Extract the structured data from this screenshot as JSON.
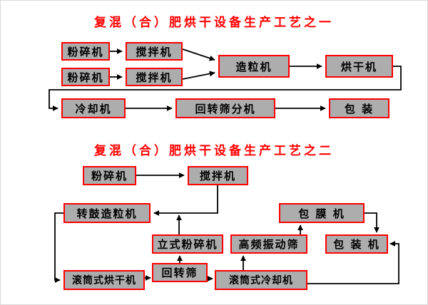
{
  "colors": {
    "background": "#ffffff",
    "title_text": "#ff0000",
    "box_fill": "#adadad",
    "box_border": "#ff0000",
    "box_text": "#000000",
    "line": "#000000"
  },
  "chart1": {
    "title": "复混（合）肥烘干设备生产工艺之一",
    "nodes": {
      "crusher1": "粉碎机",
      "mixer1": "搅拌机",
      "crusher2": "粉碎机",
      "mixer2": "搅拌机",
      "granulator": "造粒机",
      "dryer": "烘干机",
      "cooler": "冷却机",
      "rotary_screening_machine": "回转筛分机",
      "packaging": "包 装"
    },
    "connections": [
      {
        "from": "crusher1",
        "to": "mixer1"
      },
      {
        "from": "crusher2",
        "to": "mixer2"
      },
      {
        "from": "mixer1",
        "to": "granulator"
      },
      {
        "from": "mixer2",
        "to": "granulator"
      },
      {
        "from": "granulator",
        "to": "dryer"
      },
      {
        "from": "dryer",
        "to": "cooler"
      },
      {
        "from": "cooler",
        "to": "rotary_screening_machine"
      },
      {
        "from": "rotary_screening_machine",
        "to": "packaging"
      }
    ]
  },
  "chart2": {
    "title": "复混（合）肥烘干设备生产工艺之二",
    "nodes": {
      "crusher": "粉碎机",
      "mixer": "搅拌机",
      "drum_granulator": "转鼓造粒机",
      "coating_machine": "包 膜 机",
      "vertical_crusher": "立式粉碎机",
      "hf_vibrating_screen": "高频振动筛",
      "packing_machine": "包 装 机",
      "drum_dryer": "滚筒式烘干机",
      "rotary_screen": "回转筛",
      "drum_cooler": "滚筒式冷却机"
    },
    "connections": [
      {
        "from": "crusher",
        "to": "mixer"
      },
      {
        "from": "mixer",
        "to": "drum_granulator"
      },
      {
        "from": "vertical_crusher",
        "to": "drum_granulator"
      },
      {
        "from": "drum_granulator",
        "to": "drum_dryer"
      },
      {
        "from": "drum_dryer",
        "to": "rotary_screen"
      },
      {
        "from": "rotary_screen",
        "to": "vertical_crusher"
      },
      {
        "from": "rotary_screen",
        "to": "drum_cooler"
      },
      {
        "from": "drum_cooler",
        "to": "hf_vibrating_screen"
      },
      {
        "from": "hf_vibrating_screen",
        "to": "coating_machine"
      },
      {
        "from": "coating_machine",
        "to": "packing_machine"
      },
      {
        "from": "drum_cooler",
        "to": "packing_machine"
      }
    ]
  }
}
